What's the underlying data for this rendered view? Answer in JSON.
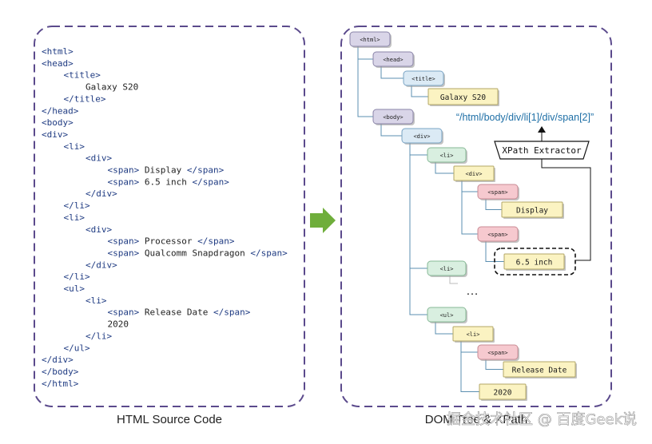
{
  "source_panel": {
    "caption": "HTML Source Code",
    "lines": [
      {
        "indent": 0,
        "parts": [
          {
            "t": "tag",
            "s": "<html>"
          }
        ]
      },
      {
        "indent": 0,
        "parts": [
          {
            "t": "tag",
            "s": "<head>"
          }
        ]
      },
      {
        "indent": 1,
        "parts": [
          {
            "t": "tag",
            "s": "<title>"
          }
        ]
      },
      {
        "indent": 2,
        "parts": [
          {
            "t": "txt",
            "s": "Galaxy S20"
          }
        ]
      },
      {
        "indent": 1,
        "parts": [
          {
            "t": "tag",
            "s": "</title>"
          }
        ]
      },
      {
        "indent": 0,
        "parts": [
          {
            "t": "tag",
            "s": "</head>"
          }
        ]
      },
      {
        "indent": 0,
        "parts": [
          {
            "t": "tag",
            "s": "<body>"
          }
        ]
      },
      {
        "indent": 0,
        "parts": [
          {
            "t": "tag",
            "s": "<div>"
          }
        ]
      },
      {
        "indent": 1,
        "parts": [
          {
            "t": "tag",
            "s": "<li>"
          }
        ]
      },
      {
        "indent": 2,
        "parts": [
          {
            "t": "tag",
            "s": "<div>"
          }
        ]
      },
      {
        "indent": 3,
        "parts": [
          {
            "t": "tag",
            "s": "<span>"
          },
          {
            "t": "txt",
            "s": " Display "
          },
          {
            "t": "tag",
            "s": "</span>"
          }
        ]
      },
      {
        "indent": 3,
        "parts": [
          {
            "t": "tag",
            "s": "<span>"
          },
          {
            "t": "txt",
            "s": " 6.5 inch "
          },
          {
            "t": "tag",
            "s": "</span>"
          }
        ]
      },
      {
        "indent": 2,
        "parts": [
          {
            "t": "tag",
            "s": "</div>"
          }
        ]
      },
      {
        "indent": 1,
        "parts": [
          {
            "t": "tag",
            "s": "</li>"
          }
        ]
      },
      {
        "indent": 1,
        "parts": [
          {
            "t": "tag",
            "s": "<li>"
          }
        ]
      },
      {
        "indent": 2,
        "parts": [
          {
            "t": "tag",
            "s": "<div>"
          }
        ]
      },
      {
        "indent": 3,
        "parts": [
          {
            "t": "tag",
            "s": "<span>"
          },
          {
            "t": "txt",
            "s": " Processor "
          },
          {
            "t": "tag",
            "s": "</span>"
          }
        ]
      },
      {
        "indent": 3,
        "parts": [
          {
            "t": "tag",
            "s": "<span>"
          },
          {
            "t": "txt",
            "s": " Qualcomm Snapdragon "
          },
          {
            "t": "tag",
            "s": "</span>"
          }
        ]
      },
      {
        "indent": 2,
        "parts": [
          {
            "t": "tag",
            "s": "</div>"
          }
        ]
      },
      {
        "indent": 1,
        "parts": [
          {
            "t": "tag",
            "s": "</li>"
          }
        ]
      },
      {
        "indent": 1,
        "parts": [
          {
            "t": "tag",
            "s": "<ul>"
          }
        ]
      },
      {
        "indent": 2,
        "parts": [
          {
            "t": "tag",
            "s": "<li>"
          }
        ]
      },
      {
        "indent": 3,
        "parts": [
          {
            "t": "tag",
            "s": "<span>"
          },
          {
            "t": "txt",
            "s": " Release Date "
          },
          {
            "t": "tag",
            "s": "</span>"
          }
        ]
      },
      {
        "indent": 3,
        "parts": [
          {
            "t": "txt",
            "s": "2020"
          }
        ]
      },
      {
        "indent": 2,
        "parts": [
          {
            "t": "tag",
            "s": "</li>"
          }
        ]
      },
      {
        "indent": 1,
        "parts": [
          {
            "t": "tag",
            "s": "</ul>"
          }
        ]
      },
      {
        "indent": 0,
        "parts": [
          {
            "t": "tag",
            "s": "</div>"
          }
        ]
      },
      {
        "indent": 0,
        "parts": [
          {
            "t": "tag",
            "s": "</body>"
          }
        ]
      },
      {
        "indent": 0,
        "parts": [
          {
            "t": "tag",
            "s": "</html>"
          }
        ]
      }
    ]
  },
  "tree_panel": {
    "caption": "DOM Tree & XPath",
    "xpath": "“/html/body/div/li[1]/div/span[2]”",
    "extractor_label": "XPath Extractor",
    "ellipsis": "…",
    "nodes": [
      {
        "id": "html",
        "label": "<html>",
        "kind": "root"
      },
      {
        "id": "head",
        "label": "<head>",
        "kind": "root"
      },
      {
        "id": "title",
        "label": "<title>",
        "kind": "div"
      },
      {
        "id": "title-text",
        "label": "Galaxy S20",
        "kind": "text"
      },
      {
        "id": "body",
        "label": "<body>",
        "kind": "root"
      },
      {
        "id": "div-main",
        "label": "<div>",
        "kind": "div"
      },
      {
        "id": "li-1",
        "label": "<li>",
        "kind": "li"
      },
      {
        "id": "div-1",
        "label": "<div>",
        "kind": "text"
      },
      {
        "id": "span-1",
        "label": "<span>",
        "kind": "span"
      },
      {
        "id": "text-display",
        "label": "Display",
        "kind": "text"
      },
      {
        "id": "span-2",
        "label": "<span>",
        "kind": "span"
      },
      {
        "id": "text-size",
        "label": "6.5 inch",
        "kind": "text"
      },
      {
        "id": "li-2",
        "label": "<li>",
        "kind": "li"
      },
      {
        "id": "ul",
        "label": "<ul>",
        "kind": "li"
      },
      {
        "id": "li-3",
        "label": "<li>",
        "kind": "text"
      },
      {
        "id": "span-3",
        "label": "<span>",
        "kind": "span"
      },
      {
        "id": "text-release",
        "label": "Release Date",
        "kind": "text"
      },
      {
        "id": "text-year",
        "label": "2020",
        "kind": "text"
      }
    ]
  },
  "watermark": "掘金技术社区 @ 百度Geek说",
  "colors": {
    "panel_border": "#5b4a8c",
    "tag_text": "#1f3b82",
    "xpath_text": "#1e6fa6",
    "arrow": "#6fae3b",
    "connector": "#5b8fb0",
    "root_fill": "#d9d5e8",
    "div_fill": "#dbeaf5",
    "li_fill": "#d9efe0",
    "span_fill": "#f6c9cf",
    "text_fill": "#fbf3c2"
  }
}
